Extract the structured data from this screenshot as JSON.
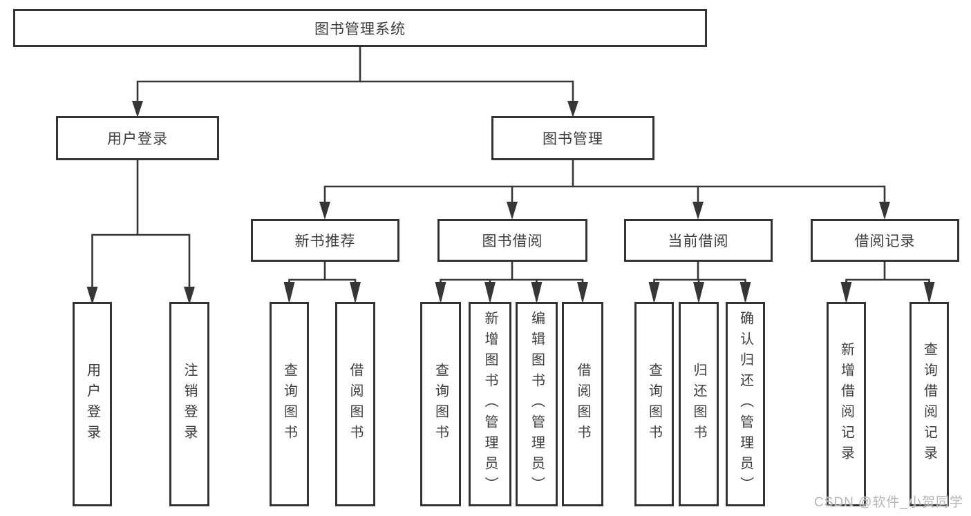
{
  "diagram": {
    "root": "图书管理系统",
    "user_login": "用户登录",
    "book_management": "图书管理",
    "user_login_children": [
      "用户登录",
      "注销登录"
    ],
    "management_children": [
      "新书推荐",
      "图书借阅",
      "当前借阅",
      "借阅记录"
    ],
    "new_book_children": [
      "查询图书",
      "借阅图书"
    ],
    "book_borrow_children": [
      "查询图书",
      "新增图书（管理员）",
      "编辑图书（管理员）",
      "借阅图书"
    ],
    "current_borrow_children": [
      "查询图书",
      "归还图书",
      "确认归还（管理员）"
    ],
    "borrow_record_children": [
      "新增借阅记录",
      "查询借阅记录"
    ]
  },
  "watermark": "CSDN @软件_小贺同学",
  "colors": {
    "line": "#363636",
    "box_border": "#333333",
    "text": "#3d3d3d",
    "background": "#ffffff",
    "watermark": "#b5b5b5"
  }
}
